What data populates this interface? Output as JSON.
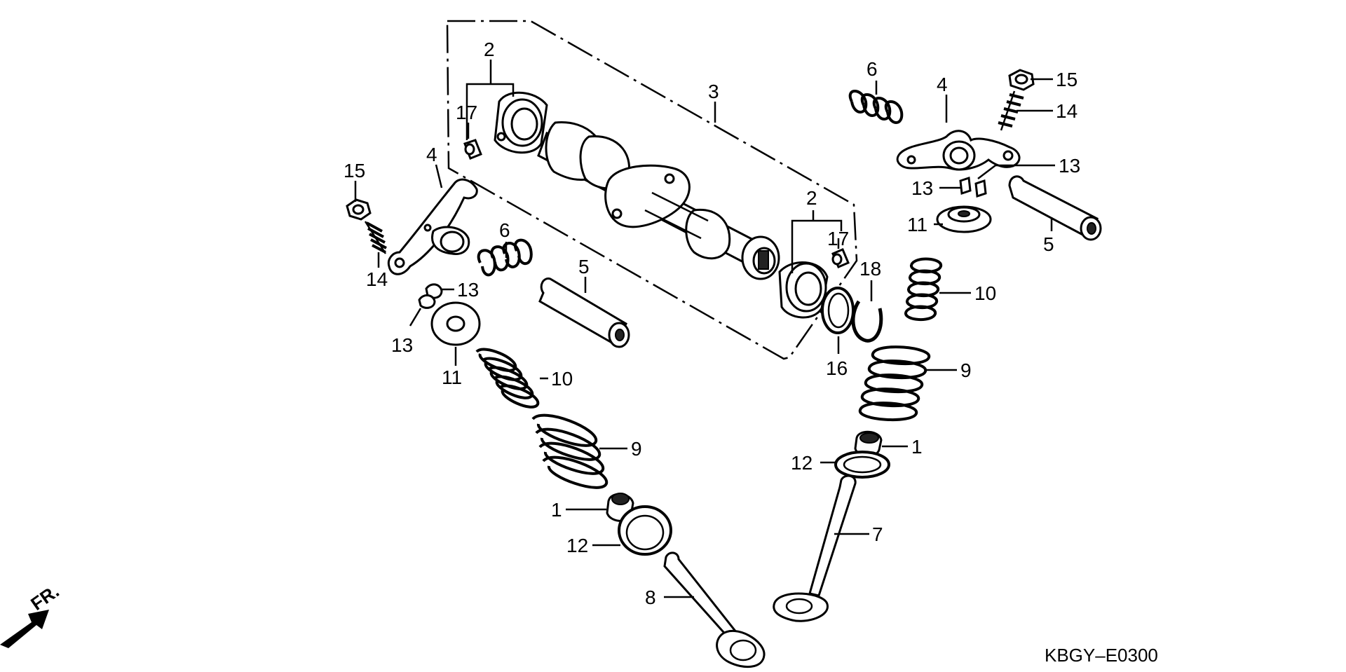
{
  "diagram": {
    "code": "KBGY–E0300",
    "direction_label": "FR.",
    "callouts": {
      "c1a": "1",
      "c1b": "1",
      "c2a": "2",
      "c2b": "2",
      "c3": "3",
      "c4a": "4",
      "c4b": "4",
      "c5a": "5",
      "c5b": "5",
      "c6a": "6",
      "c6b": "6",
      "c7": "7",
      "c8": "8",
      "c9a": "9",
      "c9b": "9",
      "c10a": "10",
      "c10b": "10",
      "c11a": "11",
      "c11b": "11",
      "c12a": "12",
      "c12b": "12",
      "c13a": "13",
      "c13b": "13",
      "c13c": "13",
      "c13d": "13",
      "c14a": "14",
      "c14b": "14",
      "c15a": "15",
      "c15b": "15",
      "c16": "16",
      "c17a": "17",
      "c17b": "17",
      "c18": "18"
    }
  }
}
